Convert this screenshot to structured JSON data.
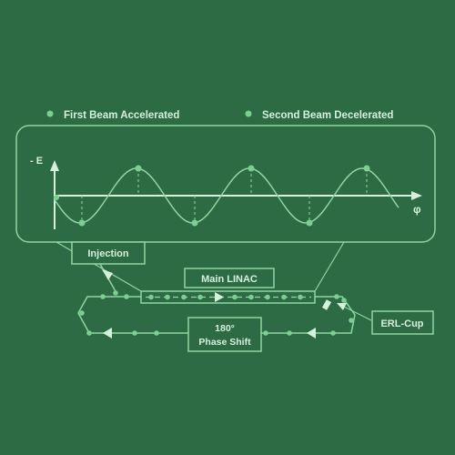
{
  "legend": {
    "first": "First Beam Accelerated",
    "second": "Second Beam Decelerated"
  },
  "plot": {
    "ylabel": "- E",
    "xlabel": "φ"
  },
  "labels": {
    "injection": "Injection",
    "main_linac": "Main LINAC",
    "phase_shift_line1": "180°",
    "phase_shift_line2": "Phase Shift",
    "erl_cup": "ERL-Cup"
  },
  "colors": {
    "background": "#2d6b45",
    "line": "#8fd6a0",
    "dot": "#7ccf90",
    "text": "#d6f0dc"
  }
}
